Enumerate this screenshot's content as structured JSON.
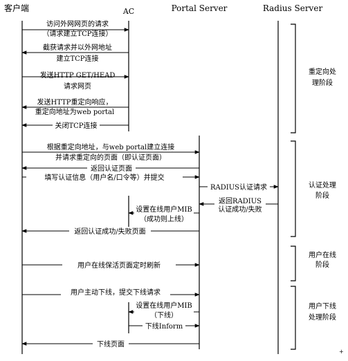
{
  "participants": {
    "client": "客户端",
    "ac": "AC",
    "portal": "Portal Server",
    "radius": "Radius Server"
  },
  "messages": [
    {
      "id": "m1",
      "from": "client",
      "to": "ac",
      "lines": [
        "访问外网网页的请求",
        "（请求建立TCP连接）"
      ]
    },
    {
      "id": "m2",
      "from": "ac",
      "to": "client",
      "lines": [
        "截获请求并以外网地址",
        "建立TCP连接"
      ]
    },
    {
      "id": "m3",
      "from": "client",
      "to": "ac",
      "lines": [
        "发送HTTP GET/HEAD",
        "请求网页"
      ]
    },
    {
      "id": "m4",
      "from": "ac",
      "to": "client",
      "lines": [
        "发送HTTP重定向响应，",
        "重定向地址为web portal"
      ]
    },
    {
      "id": "m5",
      "from": "ac",
      "to": "client",
      "lines": [
        "关闭TCP连接"
      ]
    },
    {
      "id": "m6",
      "from": "client",
      "to": "portal",
      "lines": [
        "根据重定向地址，与web portal建立连接",
        "并请求重定向的页面（即认证页面）"
      ]
    },
    {
      "id": "m7",
      "from": "portal",
      "to": "client",
      "lines": [
        "返回认证页面"
      ]
    },
    {
      "id": "m8",
      "from": "client",
      "to": "portal",
      "lines": [
        "填写认证信息（用户名/口令等）并提交"
      ]
    },
    {
      "id": "m9",
      "from": "portal",
      "to": "radius",
      "lines": [
        "RADIUS认证请求"
      ]
    },
    {
      "id": "m10",
      "from": "radius",
      "to": "portal",
      "lines": [
        "返回RADIUS",
        "认证成功/失败"
      ]
    },
    {
      "id": "m11",
      "from": "portal",
      "to": "ac",
      "lines": [
        "设置在线用户MIB",
        "（成功则上线）"
      ]
    },
    {
      "id": "m12",
      "from": "portal",
      "to": "client",
      "lines": [
        "返回认证成功/失败页面"
      ]
    },
    {
      "id": "m13",
      "from": "client",
      "to": "portal",
      "lines": [
        "用户在线保活页面定时刷新"
      ]
    },
    {
      "id": "m14",
      "from": "client",
      "to": "portal",
      "lines": [
        "用户主动下线，提交下线请求"
      ]
    },
    {
      "id": "m15",
      "from": "portal",
      "to": "ac",
      "lines": [
        "设置在线用户MIB",
        "（下线）"
      ]
    },
    {
      "id": "m16",
      "from": "ac",
      "to": "portal",
      "lines": [
        "下线Inform"
      ]
    },
    {
      "id": "m17",
      "from": "portal",
      "to": "client",
      "lines": [
        "下线页面"
      ]
    }
  ],
  "phases": [
    {
      "id": "p1",
      "lines": [
        "重定向处",
        "理阶段"
      ]
    },
    {
      "id": "p2",
      "lines": [
        "认证处理",
        "阶段"
      ]
    },
    {
      "id": "p3",
      "lines": [
        "用户在线",
        "阶段"
      ]
    },
    {
      "id": "p4",
      "lines": [
        "用户下线",
        "处理阶段"
      ]
    }
  ],
  "footnote": "+"
}
